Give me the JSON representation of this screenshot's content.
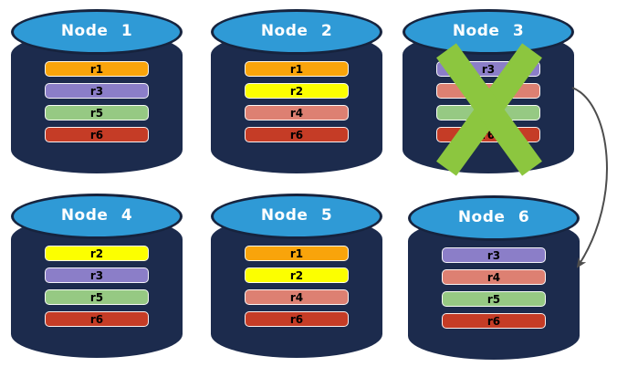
{
  "colors": {
    "background": "#FFFFFF",
    "cylinder_body": "#1C2B4D",
    "cylinder_top": "#2F9AD6",
    "cylinder_outline": "#16233E",
    "failure_x": "#8CC63F",
    "arrow": "#4D4D4D"
  },
  "replica_colors": {
    "r1": "#F9A40B",
    "r2": "#FCFF00",
    "r3": "#8B7EC8",
    "r4": "#DD8072",
    "r5": "#96C983",
    "r6": "#C53C26"
  },
  "nodes": [
    {
      "label": "Node 1",
      "failed": false,
      "replicas": [
        "r1",
        "r3",
        "r5",
        "r6"
      ]
    },
    {
      "label": "Node 2",
      "failed": false,
      "replicas": [
        "r1",
        "r2",
        "r4",
        "r6"
      ]
    },
    {
      "label": "Node 3",
      "failed": true,
      "replicas": [
        "r3",
        "r4",
        "r5",
        "r6"
      ]
    },
    {
      "label": "Node 4",
      "failed": false,
      "replicas": [
        "r2",
        "r3",
        "r5",
        "r6"
      ]
    },
    {
      "label": "Node 5",
      "failed": false,
      "replicas": [
        "r1",
        "r2",
        "r4",
        "r6"
      ]
    },
    {
      "label": "Node 6",
      "failed": false,
      "replicas": [
        "r3",
        "r4",
        "r5",
        "r6"
      ]
    }
  ],
  "arrow": {
    "from": "Node 3",
    "to": "Node 6"
  }
}
